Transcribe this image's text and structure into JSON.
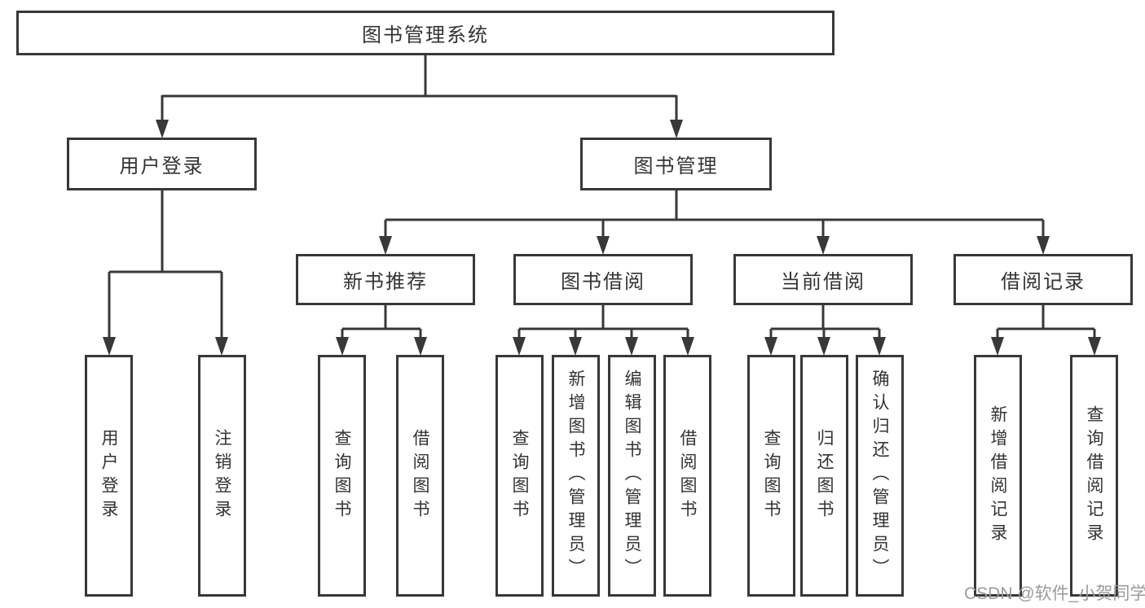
{
  "tree": {
    "label": "图书管理系统",
    "children": [
      {
        "label": "用户登录",
        "children": [
          {
            "label": "用户登录"
          },
          {
            "label": "注销登录"
          }
        ]
      },
      {
        "label": "图书管理",
        "children": [
          {
            "label": "新书推荐",
            "children": [
              {
                "label": "查询图书"
              },
              {
                "label": "借阅图书"
              }
            ]
          },
          {
            "label": "图书借阅",
            "children": [
              {
                "label": "查询图书"
              },
              {
                "label": "新增图书（管理员）"
              },
              {
                "label": "编辑图书（管理员）"
              },
              {
                "label": "借阅图书"
              }
            ]
          },
          {
            "label": "当前借阅",
            "children": [
              {
                "label": "查询图书"
              },
              {
                "label": "归还图书"
              },
              {
                "label": "确认归还（管理员）"
              }
            ]
          },
          {
            "label": "借阅记录",
            "children": [
              {
                "label": "新增借阅记录"
              },
              {
                "label": "查询借阅记录"
              }
            ]
          }
        ]
      }
    ]
  },
  "watermark": "CSDN @软件_小贺同学",
  "colors": {
    "line": "#383838",
    "text": "#333333",
    "background": "#ffffff",
    "watermark": "#9b9b9b"
  }
}
